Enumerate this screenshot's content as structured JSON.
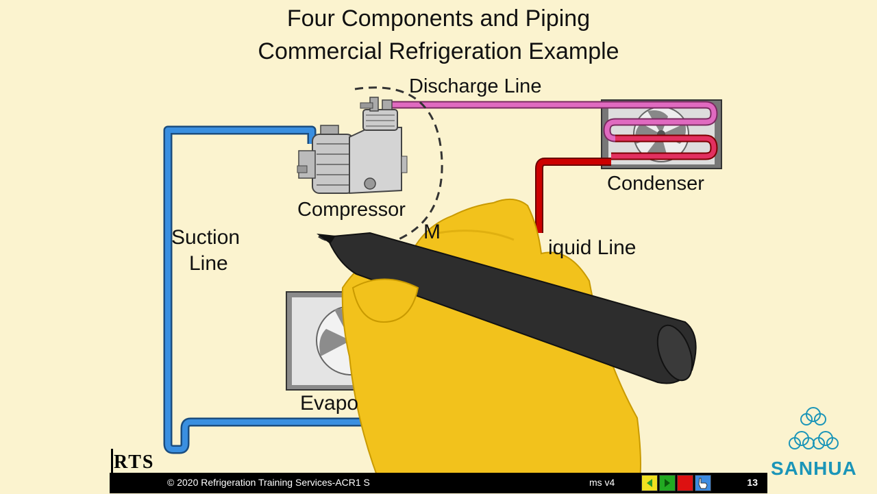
{
  "slide": {
    "title_line1": "Four Components and Piping",
    "title_line2": "Commercial Refrigeration Example"
  },
  "labels": {
    "discharge": "Discharge Line",
    "condenser": "Condenser",
    "compressor": "Compressor",
    "suction_line1": "Suction",
    "suction_line2": "Line",
    "liquid": "iquid Line",
    "evaporator": "Evapo",
    "partial_m": "M"
  },
  "footer": {
    "copyright": "© 2020 Refrigeration Training Services-ACR1 S",
    "version": "ms v4",
    "page_number": "13"
  },
  "logos": {
    "rts_letters": "RTS",
    "sanhua": "SANHUA"
  },
  "colors": {
    "background": "#fbf3cf",
    "suction": "#3a8fe0",
    "discharge": "#e06ac0",
    "liquid": "#cc0000",
    "hand": "#f2c21c",
    "sanhua": "#1b95b8"
  }
}
